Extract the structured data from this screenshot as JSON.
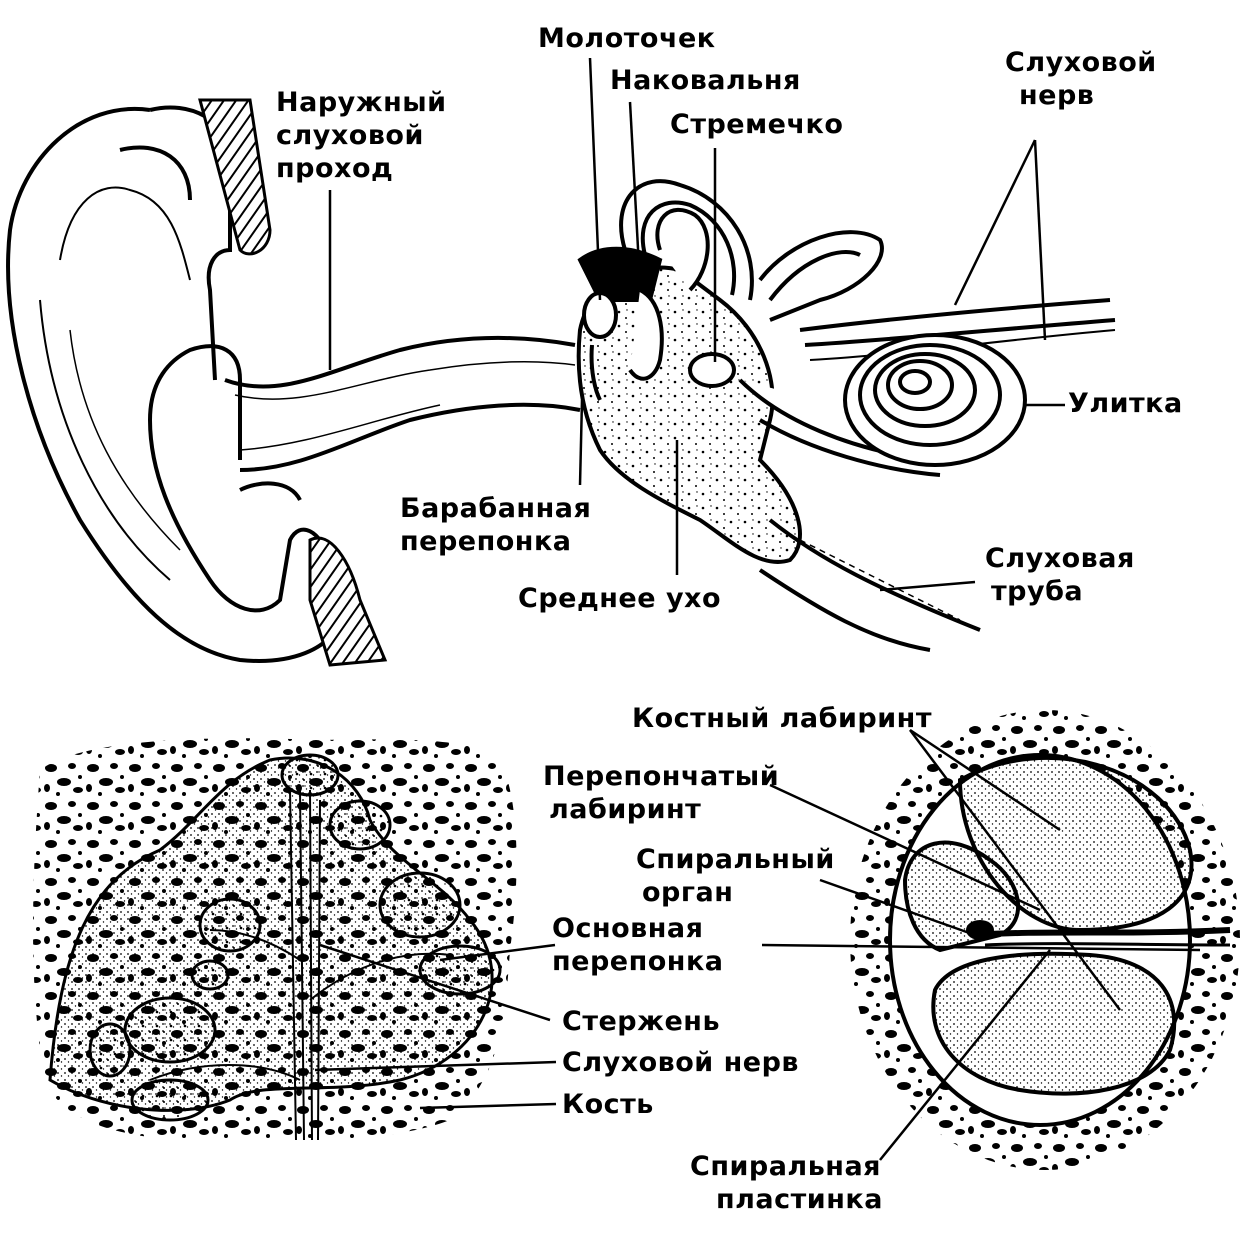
{
  "top_labels": {
    "outer_canal": [
      "Наружный",
      "слуховой",
      "проход"
    ],
    "malleus": "Молоточек",
    "incus": "Наковальня",
    "stapes": "Стремечко",
    "auditory_nerve": [
      "Слуховой",
      "нерв"
    ],
    "cochlea": "Улитка",
    "eardrum": [
      "Барабанная",
      "перепонка"
    ],
    "middle_ear": "Среднее ухо",
    "eustachian_tube": [
      "Слуховая",
      "труба"
    ]
  },
  "bottom_labels": {
    "bony_labyrinth": "Костный лабиринт",
    "membranous_labyrinth": [
      "Перепончатый",
      "лабиринт"
    ],
    "spiral_organ": [
      "Спиральный",
      "орган"
    ],
    "basilar_membrane": [
      "Основная",
      "перепонка"
    ],
    "modiolus": "Стержень",
    "cochlear_nerve": "Слуховой нерв",
    "bone": "Кость",
    "spiral_lamina": [
      "Спиральная",
      "пластинка"
    ]
  },
  "colors": {
    "ink": "#000000",
    "paper": "#ffffff"
  }
}
